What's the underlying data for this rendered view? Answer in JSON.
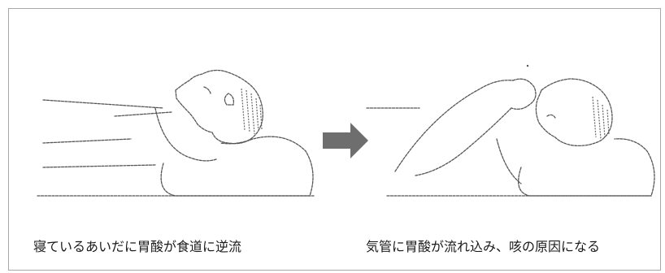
{
  "figure": {
    "top_caption": "",
    "captions": {
      "left": "寝ているあいだに胃酸が食道に逆流",
      "right": "気管に胃酸が流れ込み、咳の原因になる"
    },
    "arrow_direction": "right",
    "arrow_color": "#6e6e6e",
    "line_color": "#555555",
    "frame_border_color": "#a8a8a8"
  }
}
